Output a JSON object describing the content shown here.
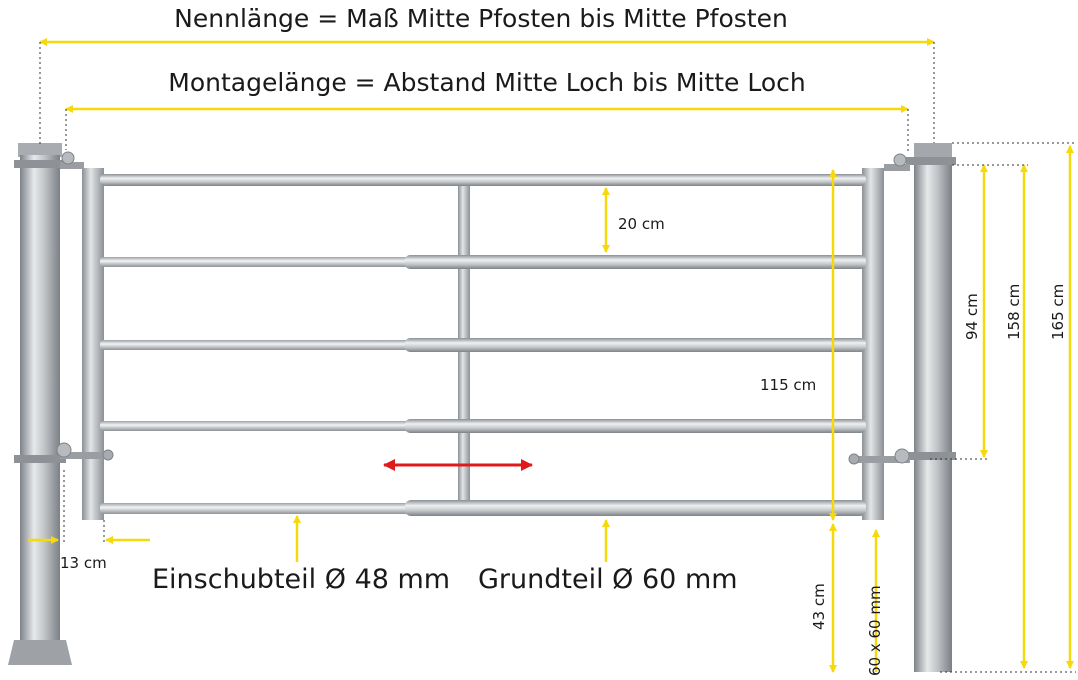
{
  "title_nominal": "Nennlänge = Maß Mitte Pfosten bis Mitte Pfosten",
  "title_mounting": "Montagelänge = Abstand Mitte Loch bis Mitte Loch",
  "dim_bar_spacing": "20 cm",
  "dim_gate_height": "115 cm",
  "dim_94": "94 cm",
  "dim_158": "158 cm",
  "dim_165": "165 cm",
  "dim_13": "13 cm",
  "dim_43": "43 cm",
  "dim_post_size": "60 x 60 mm",
  "label_insert": "Einschubteil Ø 48 mm",
  "label_base": "Grundteil Ø 60 mm",
  "colors": {
    "dimension": "#f5d90a",
    "arrow_red": "#e01a1a",
    "steel_light": "#e4e6e8",
    "steel_mid": "#b4b8bc",
    "steel_dark": "#7e8388"
  }
}
